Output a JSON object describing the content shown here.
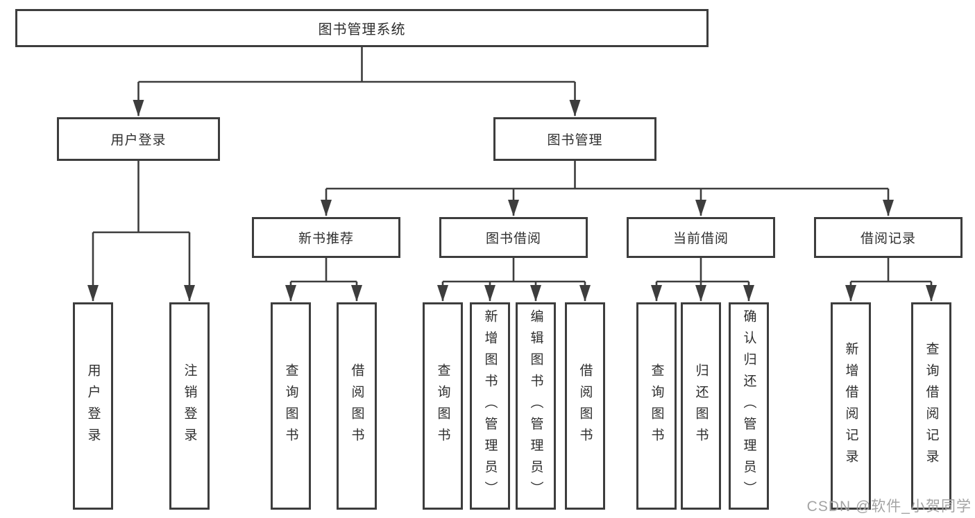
{
  "tree": {
    "label": "图书管理系统",
    "children": [
      {
        "label": "用户登录",
        "children": [
          {
            "label": "用户登录"
          },
          {
            "label": "注销登录"
          }
        ]
      },
      {
        "label": "图书管理",
        "children": [
          {
            "label": "新书推荐",
            "children": [
              {
                "label": "查询图书"
              },
              {
                "label": "借阅图书"
              }
            ]
          },
          {
            "label": "图书借阅",
            "children": [
              {
                "label": "查询图书"
              },
              {
                "label": "新增图书（管理员）"
              },
              {
                "label": "编辑图书（管理员）"
              },
              {
                "label": "借阅图书"
              }
            ]
          },
          {
            "label": "当前借阅",
            "children": [
              {
                "label": "查询图书"
              },
              {
                "label": "归还图书"
              },
              {
                "label": "确认归还（管理员）"
              }
            ]
          },
          {
            "label": "借阅记录",
            "children": [
              {
                "label": "新增借阅记录"
              },
              {
                "label": "查询借阅记录"
              }
            ]
          }
        ]
      }
    ]
  },
  "watermark": {
    "text": "CSDN @软件_小贺同学"
  },
  "colors": {
    "line": "#3d3d3d",
    "box_border": "#3d3d3d",
    "box_background": "#ffffff",
    "text": "#2e2e2e",
    "watermark": "#9a9a9a"
  }
}
